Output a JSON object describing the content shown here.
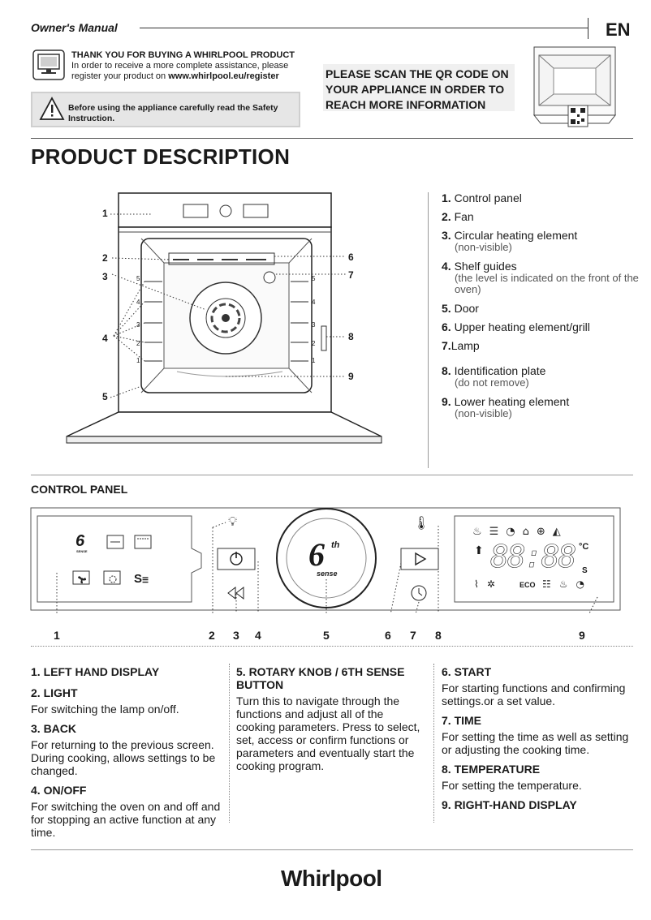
{
  "header": {
    "title": "Owner's Manual",
    "language": "EN"
  },
  "register": {
    "heading": "THANK YOU FOR BUYING A WHIRLPOOL PRODUCT",
    "line1": "In order to receive a more complete assistance, please",
    "line2_prefix": "register your product on ",
    "url": "www.whirlpool.eu/register"
  },
  "safety": {
    "text": "Before using the appliance carefully read the Safety Instruction."
  },
  "qr": {
    "text": "PLEASE SCAN THE QR CODE ON YOUR APPLIANCE IN ORDER TO REACH MORE INFORMATION"
  },
  "product_description": {
    "title": "PRODUCT DESCRIPTION",
    "diagram_callouts": [
      "1",
      "2",
      "3",
      "4",
      "5",
      "6",
      "7",
      "8",
      "9"
    ],
    "shelf_levels": [
      "5",
      "4",
      "3",
      "2",
      "1"
    ],
    "items": [
      {
        "num": "1.",
        "label": "Control panel",
        "note": ""
      },
      {
        "num": "2.",
        "label": "Fan",
        "note": ""
      },
      {
        "num": "3.",
        "label": "Circular heating element",
        "note": "(non-visible)"
      },
      {
        "num": "4.",
        "label": "Shelf guides",
        "note": "(the level is indicated on the front of the oven)"
      },
      {
        "num": "5.",
        "label": "Door",
        "note": ""
      },
      {
        "num": "6.",
        "label": "Upper heating element/grill",
        "note": ""
      },
      {
        "num": "7.",
        "label": "Lamp",
        "note": ""
      },
      {
        "num": "8.",
        "label": "Identification plate",
        "note": "(do not remove)"
      },
      {
        "num": "9.",
        "label": "Lower heating element",
        "note": "(non-visible)"
      }
    ]
  },
  "control_panel": {
    "title": "CONTROL PANEL",
    "knob": {
      "big": "6",
      "sup": "th",
      "word": "sense"
    },
    "display": {
      "digits": "88:88",
      "unit": "°C",
      "eco": "ECO",
      "s": "S"
    },
    "left_display_small": "SENSE",
    "callouts": [
      "1",
      "2",
      "3",
      "4",
      "5",
      "6",
      "7",
      "8",
      "9"
    ],
    "descriptions": {
      "col1": [
        {
          "title": "1. LEFT HAND DISPLAY",
          "text": ""
        },
        {
          "title": "2. LIGHT",
          "text": "For switching the lamp on/off."
        },
        {
          "title": "3. BACK",
          "text": "For returning to the previous screen. During cooking, allows settings to be changed."
        },
        {
          "title": "4. ON/OFF",
          "text": "For switching the oven on and off and for stopping an active function at any time."
        }
      ],
      "col2": [
        {
          "title": "5. ROTARY KNOB / 6TH SENSE BUTTON",
          "text": "Turn this to navigate through the functions and adjust all of the cooking parameters. Press to select, set, access or confirm functions or parameters and eventually start the cooking program."
        }
      ],
      "col3": [
        {
          "title": "6. START",
          "text": "For starting functions and confirming settings.or a set value."
        },
        {
          "title": "7. TIME",
          "text": "For setting the time as well as setting or adjusting the cooking time."
        },
        {
          "title": "8. TEMPERATURE",
          "text": "For setting the temperature."
        },
        {
          "title": "9. RIGHT-HAND DISPLAY",
          "text": ""
        }
      ]
    }
  },
  "footer": {
    "brand": "Whirlpool"
  },
  "icons": [
    "computer-icon",
    "warning-icon",
    "oven-qr-icon",
    "lamp-icon",
    "power-icon",
    "back-icon",
    "play-icon",
    "clock-icon",
    "thermometer-icon",
    "fan-icon"
  ]
}
